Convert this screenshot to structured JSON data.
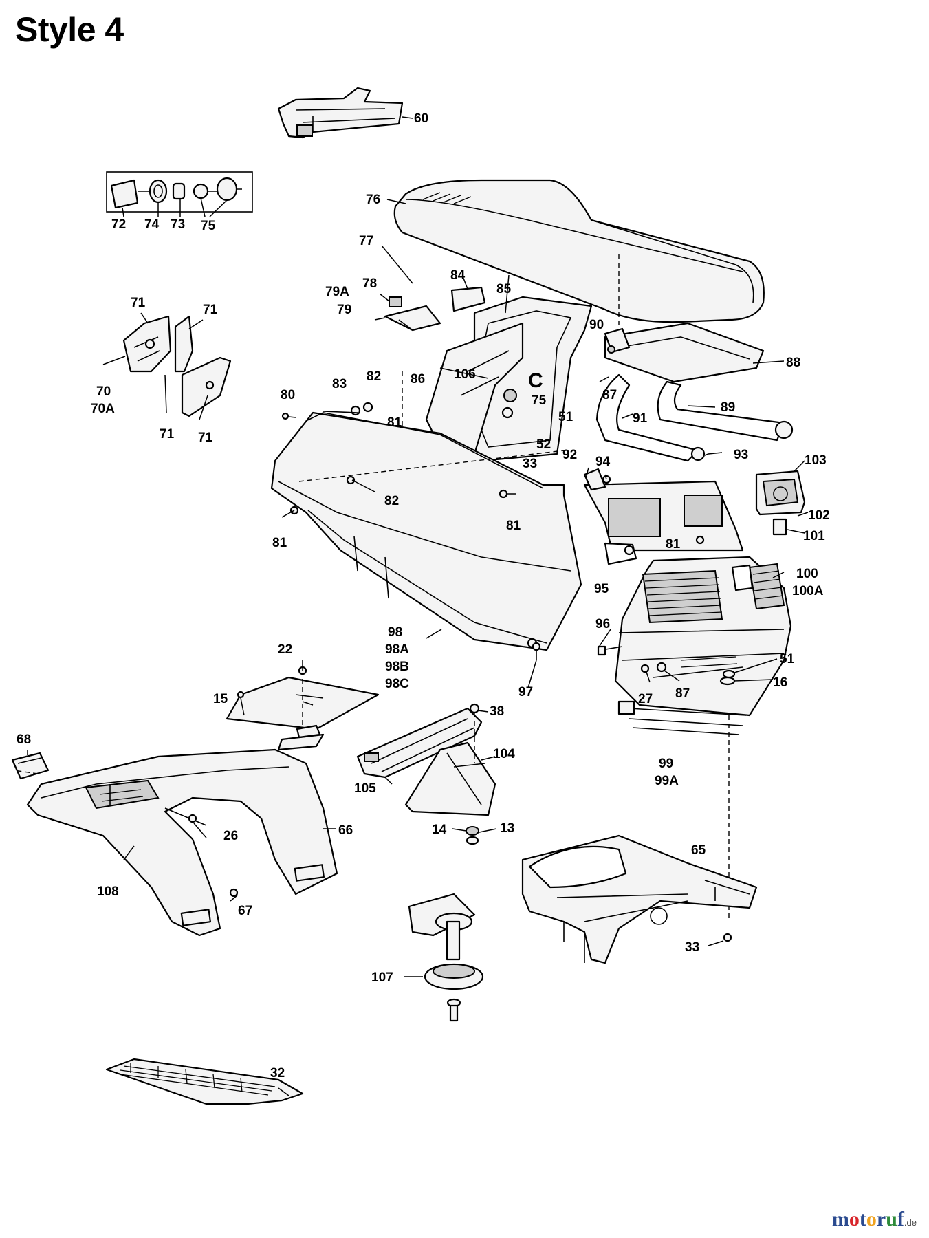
{
  "title": "Style 4",
  "watermark": {
    "text": "motoruf",
    "suffix": ".de",
    "letters": [
      {
        "ch": "m",
        "color": "#2a4a8f"
      },
      {
        "ch": "o",
        "color": "#d8262c"
      },
      {
        "ch": "t",
        "color": "#2a4a8f"
      },
      {
        "ch": "o",
        "color": "#f0a320"
      },
      {
        "ch": "r",
        "color": "#2a4a8f"
      },
      {
        "ch": "u",
        "color": "#2e8b3a"
      },
      {
        "ch": "f",
        "color": "#2a4a8f"
      }
    ]
  },
  "callouts": [
    {
      "id": "c60",
      "text": "60"
    },
    {
      "id": "c72",
      "text": "72"
    },
    {
      "id": "c74",
      "text": "74"
    },
    {
      "id": "c73",
      "text": "73"
    },
    {
      "id": "c75a",
      "text": "75"
    },
    {
      "id": "c76",
      "text": "76"
    },
    {
      "id": "c77",
      "text": "77"
    },
    {
      "id": "c78",
      "text": "78"
    },
    {
      "id": "c79a",
      "text": "79A"
    },
    {
      "id": "c79",
      "text": "79"
    },
    {
      "id": "c84",
      "text": "84"
    },
    {
      "id": "c85",
      "text": "85"
    },
    {
      "id": "c71a",
      "text": "71"
    },
    {
      "id": "c71b",
      "text": "71"
    },
    {
      "id": "c70",
      "text": "70"
    },
    {
      "id": "c70a",
      "text": "70A"
    },
    {
      "id": "c71c",
      "text": "71"
    },
    {
      "id": "c71d",
      "text": "71"
    },
    {
      "id": "c90",
      "text": "90"
    },
    {
      "id": "c88",
      "text": "88"
    },
    {
      "id": "c87a",
      "text": "87"
    },
    {
      "id": "c91",
      "text": "91"
    },
    {
      "id": "c89",
      "text": "89"
    },
    {
      "id": "c106",
      "text": "106"
    },
    {
      "id": "c86",
      "text": "86"
    },
    {
      "id": "cC",
      "text": "C"
    },
    {
      "id": "c75b",
      "text": "75"
    },
    {
      "id": "c51a",
      "text": "51"
    },
    {
      "id": "c52",
      "text": "52"
    },
    {
      "id": "c33a",
      "text": "33"
    },
    {
      "id": "c83",
      "text": "83"
    },
    {
      "id": "c82a",
      "text": "82"
    },
    {
      "id": "c80",
      "text": "80"
    },
    {
      "id": "c81a",
      "text": "81"
    },
    {
      "id": "c92",
      "text": "92"
    },
    {
      "id": "c94",
      "text": "94"
    },
    {
      "id": "c93",
      "text": "93"
    },
    {
      "id": "c103",
      "text": "103"
    },
    {
      "id": "c102",
      "text": "102"
    },
    {
      "id": "c101",
      "text": "101"
    },
    {
      "id": "c82b",
      "text": "82"
    },
    {
      "id": "c81b",
      "text": "81"
    },
    {
      "id": "c81c",
      "text": "81"
    },
    {
      "id": "c81d",
      "text": "81"
    },
    {
      "id": "c100",
      "text": "100"
    },
    {
      "id": "c100a",
      "text": "100A"
    },
    {
      "id": "c95",
      "text": "95"
    },
    {
      "id": "c96",
      "text": "96"
    },
    {
      "id": "c98",
      "text": "98"
    },
    {
      "id": "c98a",
      "text": "98A"
    },
    {
      "id": "c98b",
      "text": "98B"
    },
    {
      "id": "c98c",
      "text": "98C"
    },
    {
      "id": "c97",
      "text": "97"
    },
    {
      "id": "c51b",
      "text": "51"
    },
    {
      "id": "c16",
      "text": "16"
    },
    {
      "id": "c27",
      "text": "27"
    },
    {
      "id": "c87b",
      "text": "87"
    },
    {
      "id": "c22",
      "text": "22"
    },
    {
      "id": "c15",
      "text": "15"
    },
    {
      "id": "c38",
      "text": "38"
    },
    {
      "id": "c104",
      "text": "104"
    },
    {
      "id": "c105",
      "text": "105"
    },
    {
      "id": "c99",
      "text": "99"
    },
    {
      "id": "c99a",
      "text": "99A"
    },
    {
      "id": "c68",
      "text": "68"
    },
    {
      "id": "c26",
      "text": "26"
    },
    {
      "id": "c66",
      "text": "66"
    },
    {
      "id": "c14",
      "text": "14"
    },
    {
      "id": "c13",
      "text": "13"
    },
    {
      "id": "c108",
      "text": "108"
    },
    {
      "id": "c67",
      "text": "67"
    },
    {
      "id": "c65",
      "text": "65"
    },
    {
      "id": "c107",
      "text": "107"
    },
    {
      "id": "c33b",
      "text": "33"
    },
    {
      "id": "c32",
      "text": "32"
    }
  ]
}
